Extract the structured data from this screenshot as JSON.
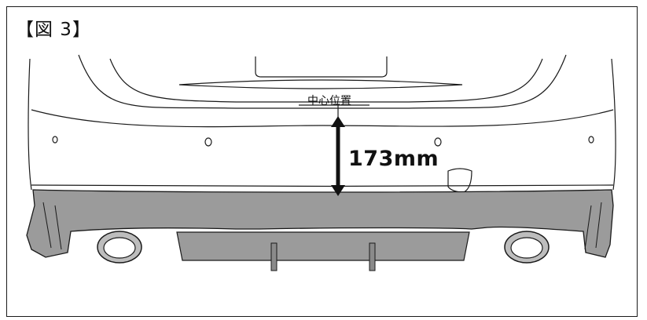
{
  "figure": {
    "label": "【図 3】",
    "center_label": "中心位置",
    "measurement_label": "173mm"
  },
  "colors": {
    "outline": "#1a1a1a",
    "diffuser_fill": "#9b9b9b",
    "background": "#ffffff"
  }
}
